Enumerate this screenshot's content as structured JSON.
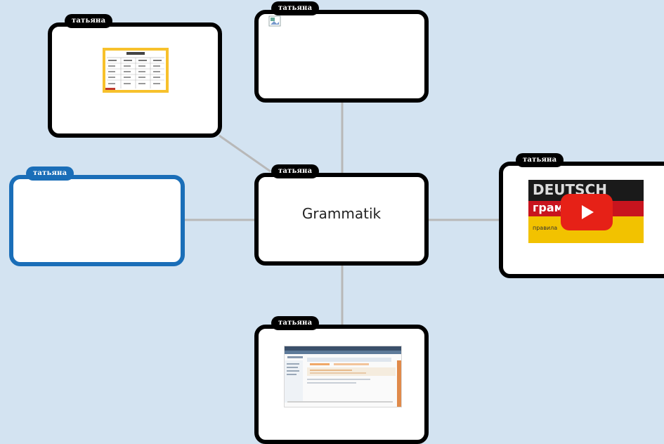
{
  "colors": {
    "background": "#d3e3f1",
    "node_border": "#000000",
    "selected_border": "#1a6eb8",
    "connector": "#b8b8b8",
    "thumbnail_frame": "#f7c12c",
    "play_button": "#e62117"
  },
  "map": {
    "center": {
      "title": "Grammatik",
      "author": "татьяна"
    },
    "nodes": {
      "top_left": {
        "author": "татьяна"
      },
      "top": {
        "author": "татьяна"
      },
      "left": {
        "author": "татьяна"
      },
      "right": {
        "author": "татьяна",
        "video": {
          "headline": "DEUTSCH",
          "subline": "грам",
          "caption": "правила"
        }
      },
      "bottom": {
        "author": "татьяна"
      }
    }
  }
}
